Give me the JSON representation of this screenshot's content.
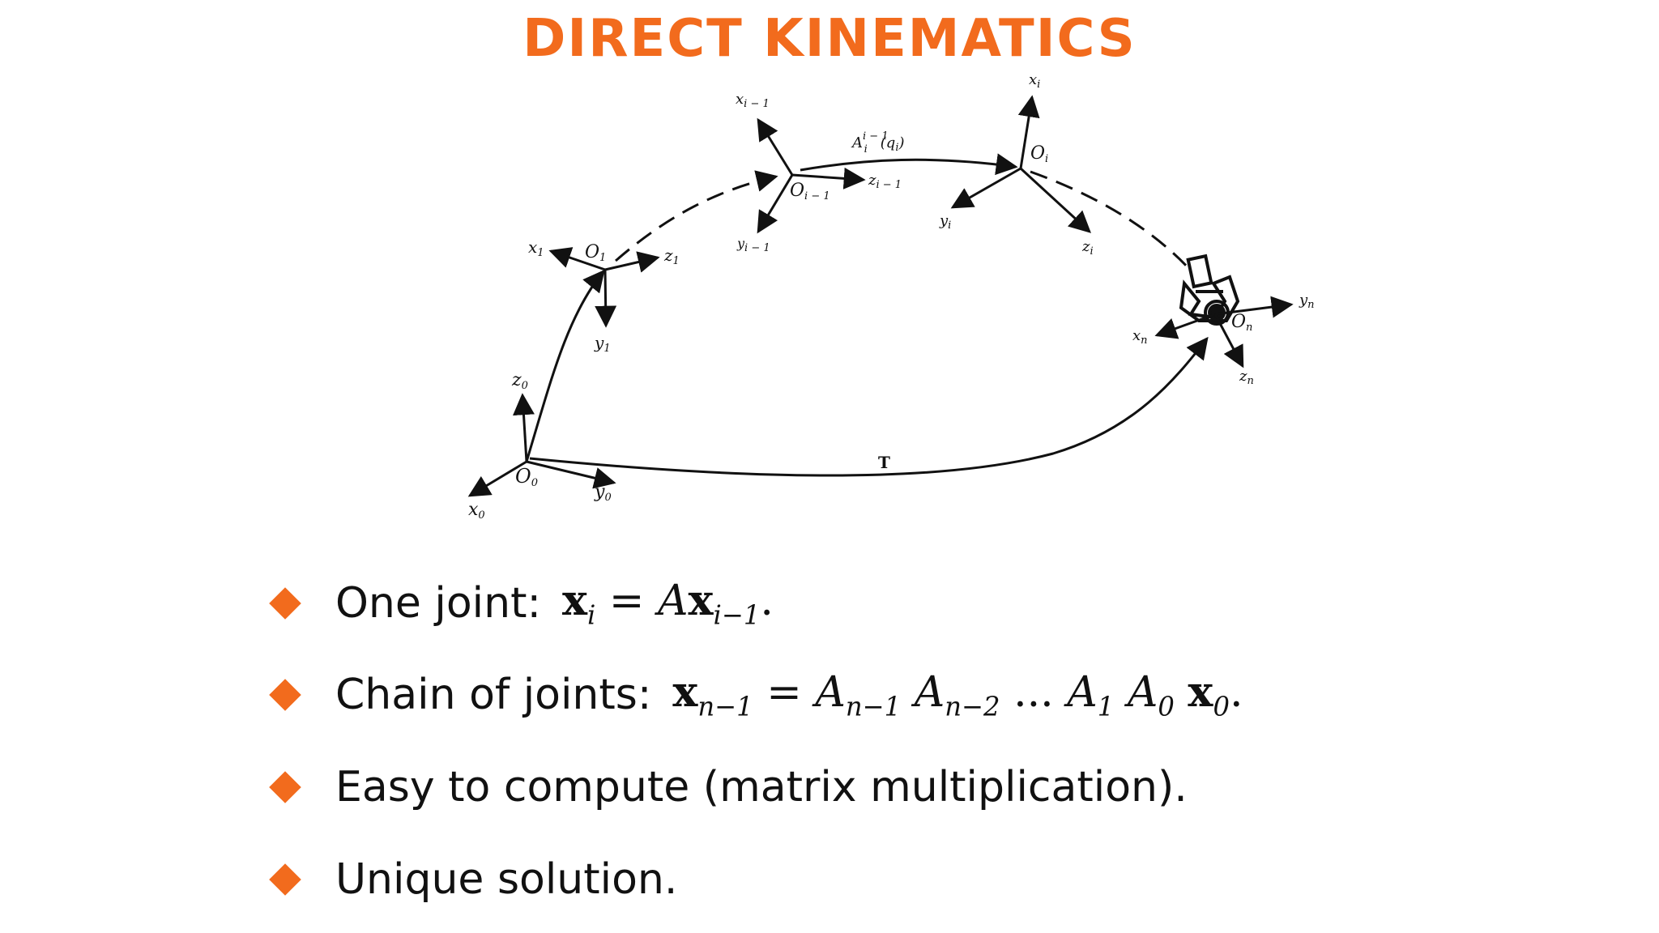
{
  "slide": {
    "title": "DIRECT KINEMATICS"
  },
  "diagram": {
    "frames": {
      "base": {
        "origin": "O",
        "origin_sub": "0",
        "axes": [
          [
            "x",
            "0"
          ],
          [
            "y",
            "0"
          ],
          [
            "z",
            "0"
          ]
        ]
      },
      "f1": {
        "origin": "O",
        "origin_sub": "1",
        "axes": [
          [
            "x",
            "1"
          ],
          [
            "y",
            "1"
          ],
          [
            "z",
            "1"
          ]
        ]
      },
      "fim1": {
        "origin": "O",
        "origin_sub": "i − 1",
        "axes": [
          [
            "x",
            "i − 1"
          ],
          [
            "y",
            "i − 1"
          ],
          [
            "z",
            "i − 1"
          ]
        ]
      },
      "fi": {
        "origin": "O",
        "origin_sub": "i",
        "axes": [
          [
            "x",
            "i"
          ],
          [
            "y",
            "i"
          ],
          [
            "z",
            "i"
          ]
        ]
      },
      "fn": {
        "origin": "O",
        "origin_sub": "n",
        "axes": [
          [
            "x",
            "n"
          ],
          [
            "y",
            "n"
          ],
          [
            "z",
            "n"
          ]
        ]
      }
    },
    "transform_label": "A",
    "transform_sup": "i − 1",
    "transform_sub": "i",
    "transform_arg": "(q",
    "transform_arg_sub": "i",
    "transform_arg_close": ")",
    "T_label": "T"
  },
  "bullets": [
    {
      "text": "One joint:",
      "math": [
        "x",
        "i",
        " = ",
        "A",
        "x",
        "i−1",
        "."
      ]
    },
    {
      "text": "Chain of joints:",
      "math": [
        "x",
        "n−1",
        " = ",
        "A",
        "n−1",
        "A",
        "n−2",
        "...",
        "A",
        "1",
        "A",
        "0",
        "x",
        "0",
        "."
      ]
    },
    {
      "text": "Easy to compute (matrix multiplication)."
    },
    {
      "text": "Unique solution."
    }
  ],
  "colors": {
    "accent": "#f26b1d",
    "ink": "#111111"
  }
}
